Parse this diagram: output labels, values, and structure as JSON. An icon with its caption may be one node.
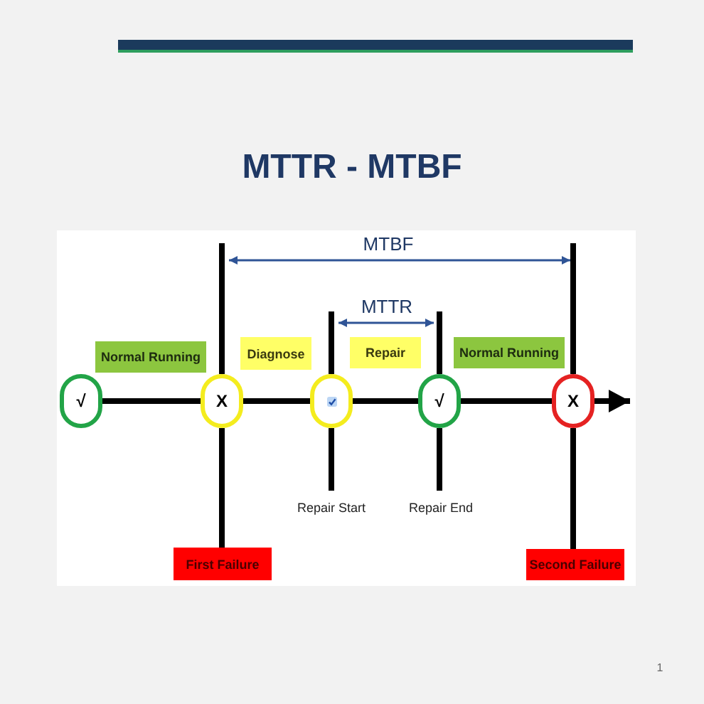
{
  "diagram": {
    "title": "MTTR - MTBF",
    "nodes": [
      {
        "text": [
          "Normal Running"
        ]
      },
      {
        "text": [
          "Diagnose"
        ]
      },
      {
        "text": [
          "Repair"
        ]
      },
      {
        "text": [
          "Normal Running"
        ]
      },
      {
        "text": [
          "√"
        ]
      },
      {
        "text": [
          "X"
        ]
      },
      {
        "text": [],
        "shape": "circle"
      },
      {
        "text": [
          "√"
        ]
      },
      {
        "text": [
          "X"
        ]
      },
      {
        "text": [
          "Repair Start"
        ]
      },
      {
        "text": [
          "Repair End"
        ]
      },
      {
        "text": [
          "First Failure"
        ]
      },
      {
        "text": [
          "Second Failure"
        ]
      }
    ],
    "edges": [
      {
        "from": 4,
        "to": 5,
        "arrow": "none"
      },
      {
        "from": 5,
        "to": 6,
        "arrow": "none"
      },
      {
        "from": 6,
        "to": 7,
        "arrow": "none"
      },
      {
        "from": 7,
        "to": 8,
        "arrow": "none"
      },
      {
        "from": 8,
        "to": null,
        "arrow": "to"
      },
      {
        "from": 5,
        "to": 11,
        "arrow": "none"
      },
      {
        "from": 6,
        "to": 9,
        "arrow": "none"
      },
      {
        "from": 7,
        "to": 10,
        "arrow": "none"
      },
      {
        "from": 8,
        "to": 12,
        "arrow": "none"
      }
    ],
    "labels": [
      "MTBF",
      "MTTR",
      "1"
    ]
  }
}
